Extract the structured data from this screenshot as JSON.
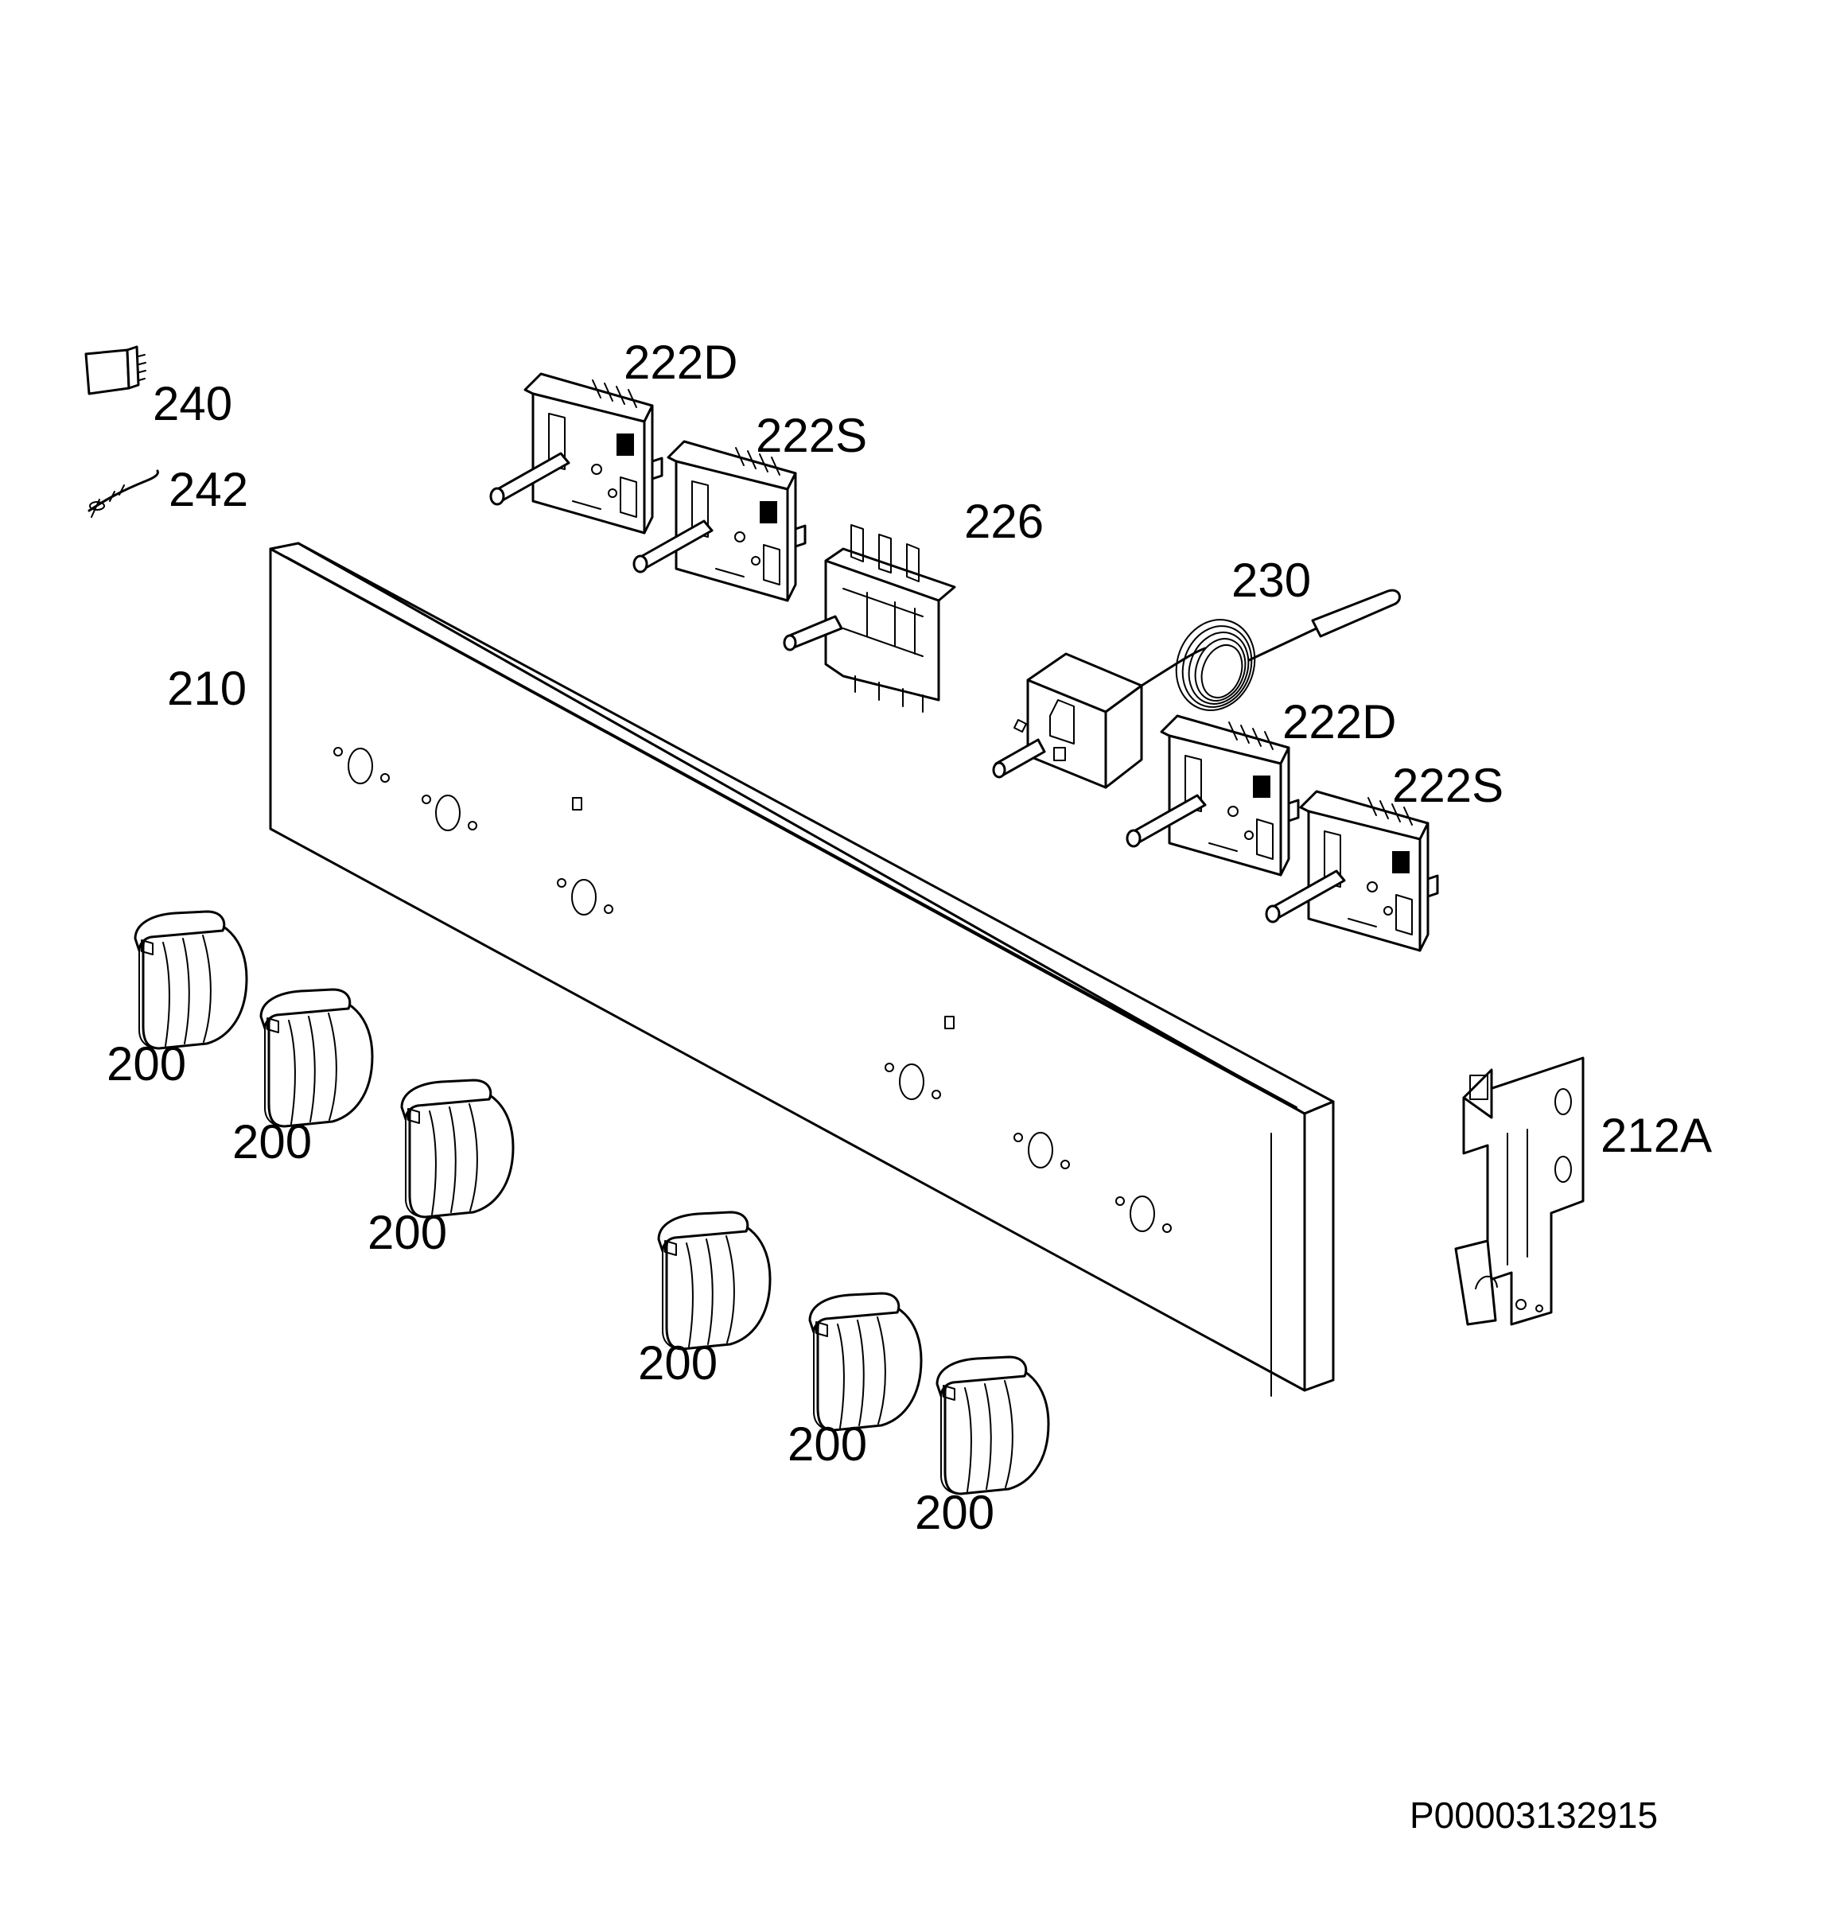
{
  "diagram": {
    "labels": {
      "l240": "240",
      "l242": "242",
      "l222d_top": "222D",
      "l222s_top": "222S",
      "l226": "226",
      "l230": "230",
      "l210": "210",
      "l222d_right": "222D",
      "l222s_right": "222S",
      "l212a": "212A",
      "l200_1": "200",
      "l200_2": "200",
      "l200_3": "200",
      "l200_4": "200",
      "l200_5": "200",
      "l200_6": "200"
    },
    "part_code": "P00003132915"
  }
}
